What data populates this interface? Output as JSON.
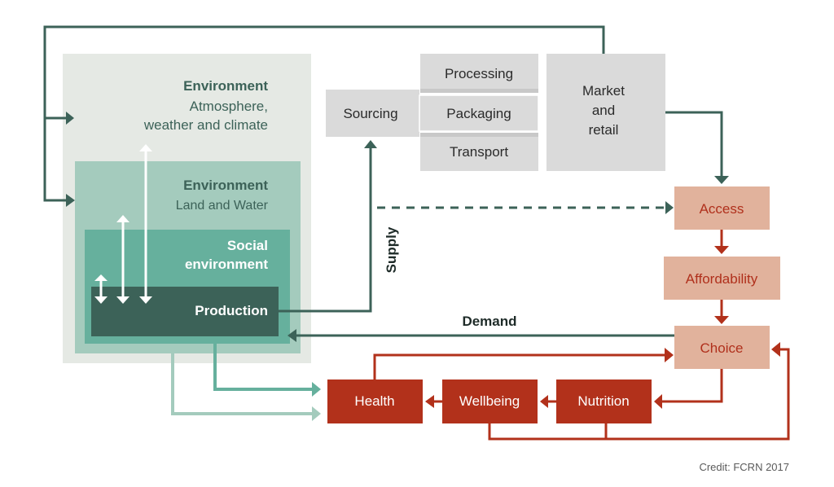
{
  "colors": {
    "dark_green": "#3c6258",
    "mid_green": "#66b09d",
    "light_green": "#a4cbbd",
    "pale_green": "#e5e9e4",
    "grey_box": "#dadada",
    "salmon": "#e1b29c",
    "red": "#b2311b",
    "white": "#ffffff"
  },
  "environment_outer": {
    "title": "Environment",
    "subtitle_line1": "Atmosphere,",
    "subtitle_line2": "weather and climate"
  },
  "environment_land": {
    "title": "Environment",
    "subtitle": "Land and Water"
  },
  "social_environment": {
    "line1": "Social",
    "line2": "environment"
  },
  "production": {
    "label": "Production"
  },
  "supply_chain": {
    "sourcing": "Sourcing",
    "processing": "Processing",
    "packaging": "Packaging",
    "transport": "Transport",
    "market_line1": "Market",
    "market_line2": "and",
    "market_line3": "retail"
  },
  "consumer": {
    "access": "Access",
    "affordability": "Affordability",
    "choice": "Choice"
  },
  "outcomes": {
    "health": "Health",
    "wellbeing": "Wellbeing",
    "nutrition": "Nutrition"
  },
  "flow_labels": {
    "supply": "Supply",
    "demand": "Demand"
  },
  "credit": "Credit: FCRN 2017"
}
